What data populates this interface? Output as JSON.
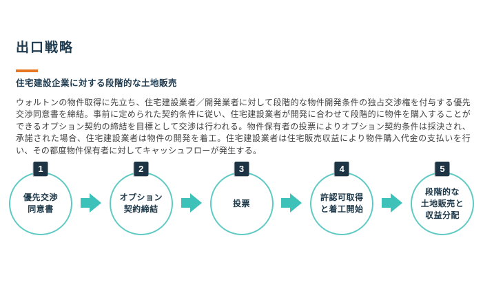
{
  "header": {
    "title": "出口戦略",
    "subtitle": "住宅建設企業に対する段階的な土地販売"
  },
  "body": {
    "text": "ウォルトンの物件取得に先立ち、住宅建設業者／開発業者に対して段階的な物件開発条件の独占交渉権を付与する優先交渉同意書を締結。事前に定められた契約条件に従い、住宅建設業者が開発に合わせて段階的に物件を購入することができるオプション契約の締結を目標として交渉は行われる。物件保有者の投票によりオプション契約条件は採決され、承諾された場合、住宅建設業者は物件の開発を着工。住宅建設業者は住宅販売収益により物件購入代金の支払いを行い、その都度物件保有者に対してキャッシュフローが発生する。"
  },
  "flow": {
    "steps": [
      {
        "number": "1",
        "label": "優先交渉\n同意書"
      },
      {
        "number": "2",
        "label": "オプション\n契約締結"
      },
      {
        "number": "3",
        "label": "投票"
      },
      {
        "number": "4",
        "label": "許認可取得\nと着工開始"
      },
      {
        "number": "5",
        "label": "段階的な\n土地販売と\n収益分配"
      }
    ]
  },
  "colors": {
    "accent_orange": "#E87724",
    "navy": "#1E3A4F",
    "badge_navy": "#1D3444",
    "circle_teal": "#5ECAC3",
    "arrow_teal": "#3EC1B8",
    "body_gray": "#3F3F3F"
  }
}
